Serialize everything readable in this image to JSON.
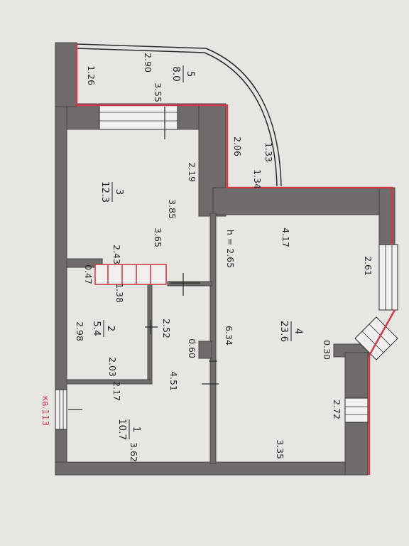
{
  "plan": {
    "apartment_label": "кв.113",
    "ceiling_height": "h = 2.65",
    "colors": {
      "background": "#e8e6e3",
      "wall": "#6f6b6a",
      "wall_edge": "#4a4646",
      "outline": "#d23a4a",
      "line": "#2a2a2a"
    },
    "rooms": [
      {
        "number": "1",
        "area": "10.7"
      },
      {
        "number": "2",
        "area": "5.4"
      },
      {
        "number": "3",
        "area": "12.3"
      },
      {
        "number": "4",
        "area": "23.6"
      },
      {
        "number": "5",
        "area": "8.0"
      }
    ],
    "dimensions": [
      "2.90",
      "1.26",
      "3.55",
      "2.06",
      "1.33",
      "1.34",
      "2.19",
      "3.85",
      "3.65",
      "4.17",
      "2.61",
      "2.43",
      "0.47",
      "1.38",
      "2.52",
      "2.98",
      "0.60",
      "6.34",
      "0.30",
      "2.03",
      "2.17",
      "4.51",
      "2.72",
      "3.62",
      "3.35"
    ]
  }
}
